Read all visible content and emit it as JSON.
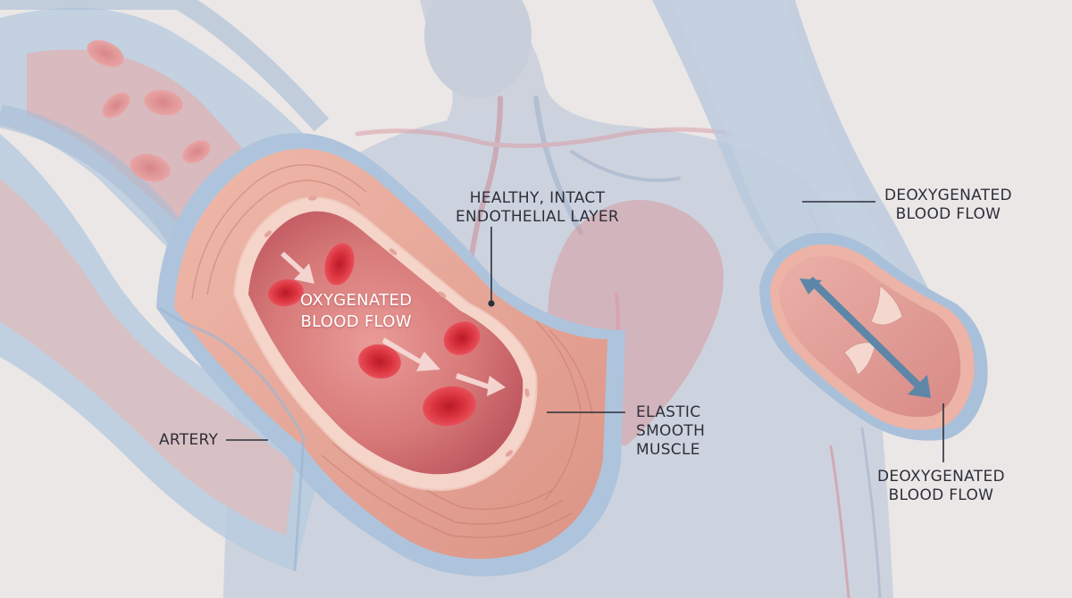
{
  "labels": {
    "endothelial": {
      "line1": "HEALTHY, INTACT",
      "line2": "ENDOTHELIAL LAYER"
    },
    "oxygenated": {
      "line1": "OXYGENATED",
      "line2": "BLOOD FLOW"
    },
    "artery": "ARTERY",
    "muscle": {
      "line1": "ELASTIC",
      "line2": "SMOOTH",
      "line3": "MUSCLE"
    },
    "deoxy_top": {
      "line1": "DEOXYGENATED",
      "line2": "BLOOD FLOW"
    },
    "deoxy_bottom": {
      "line1": "DEOXYGENATED",
      "line2": "BLOOD FLOW"
    }
  },
  "colors": {
    "background": "#ebe7e6",
    "body_silhouette": "#c9d0dd",
    "vessel_outer": "#b9cce0",
    "artery_wall": "#e6a79b",
    "lumen": "#cf6f70",
    "red_cell": "#d82f3a",
    "vein_arrow": "#5d86a8"
  }
}
